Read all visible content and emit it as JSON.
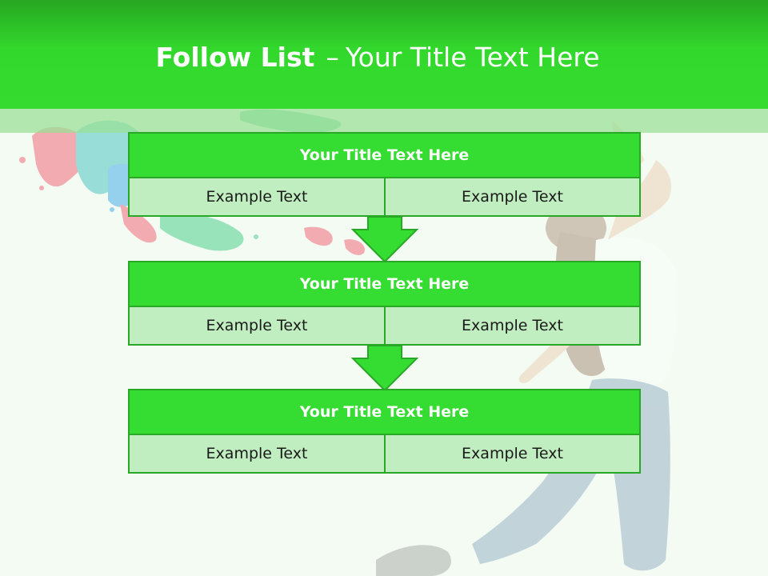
{
  "title": {
    "strong": "Follow List",
    "dash": "–",
    "rest": "Your Title Text Here"
  },
  "blocks": [
    {
      "heading": "Your Title Text Here",
      "left": "Example Text",
      "right": "Example Text"
    },
    {
      "heading": "Your Title Text Here",
      "left": "Example Text",
      "right": "Example Text"
    },
    {
      "heading": "Your Title Text Here",
      "left": "Example Text",
      "right": "Example Text"
    }
  ],
  "colors": {
    "header": "#33d82c",
    "block_head": "#35dc32",
    "block_cell": "#c0eec0",
    "border": "#29a726",
    "background": "#f3fbf3"
  },
  "icons": [
    "down-arrow-icon",
    "down-arrow-icon"
  ]
}
